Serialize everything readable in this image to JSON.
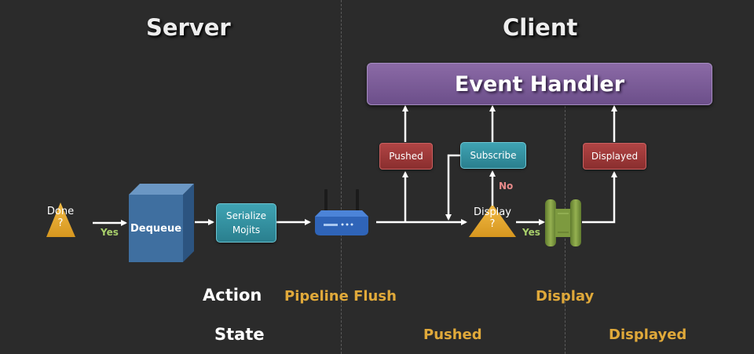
{
  "headings": {
    "server": "Server",
    "client": "Client"
  },
  "event_handler": {
    "label": "Event Handler"
  },
  "nodes": {
    "done": {
      "line1": "Done",
      "line2": "?"
    },
    "dequeue": {
      "label": "Dequeue"
    },
    "serialize": {
      "line1": "Serialize",
      "line2": "Mojits"
    },
    "pushed": {
      "label": "Pushed"
    },
    "subscribe": {
      "label": "Subscribe"
    },
    "displayed": {
      "label": "Displayed"
    },
    "display_decision": {
      "line1": "Display",
      "line2": "?"
    }
  },
  "edge_labels": {
    "yes_done": "Yes",
    "no_display": "No",
    "yes_display": "Yes"
  },
  "rows": {
    "action": {
      "label": "Action",
      "values": [
        "Pipeline Flush",
        "Display"
      ]
    },
    "state": {
      "label": "State",
      "values": [
        "Pushed",
        "Displayed"
      ]
    }
  },
  "colors": {
    "background": "#2b2b2b",
    "event_handler": "#7a5a98",
    "red_box": "#9c3a3a",
    "teal_box": "#3396a6",
    "triangle": "#e8a830",
    "dequeue_box": "#3f6fa0",
    "orange_text": "#e0a93a",
    "arrow": "#ffffff"
  }
}
